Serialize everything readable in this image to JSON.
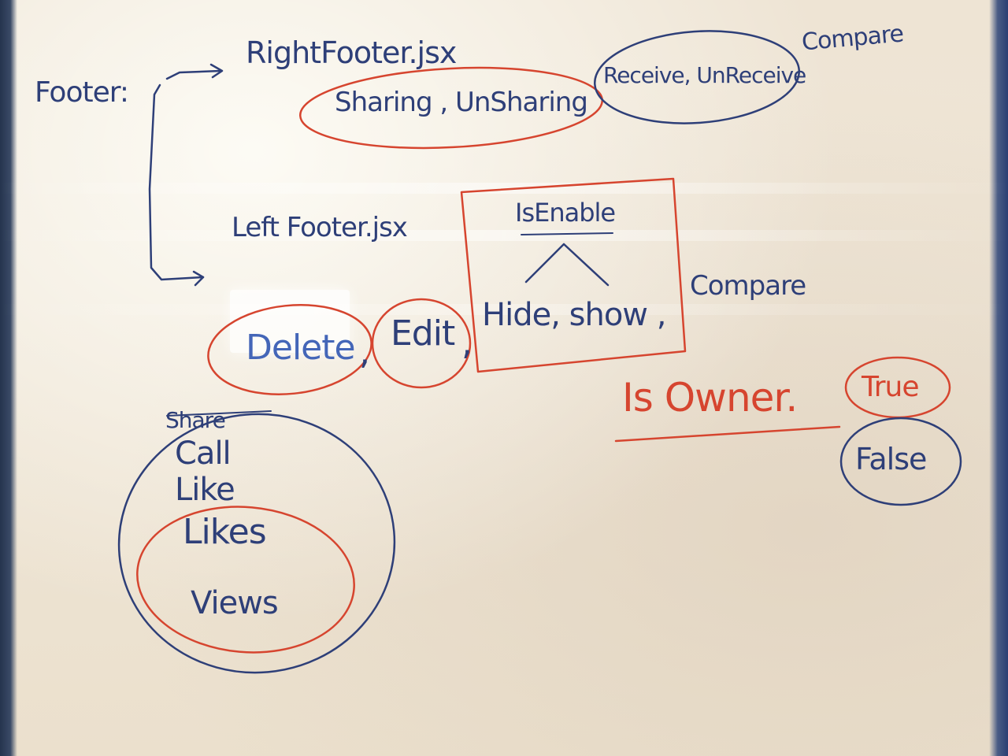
{
  "whiteboard": {
    "footer_label": "Footer:",
    "right_footer": "RightFooter.jsx",
    "sharing": "Sharing , UnSharing",
    "receive": "Receive, UnReceive",
    "compare_top": "Compare",
    "left_footer": "Left Footer.jsx",
    "is_enable": "IsEnable",
    "delete": "Delete",
    "comma_1": ",",
    "edit": "Edit",
    "comma_2": ",",
    "hide_show": "Hide, show ,",
    "compare_mid": "Compare",
    "is_owner": "Is Owner.",
    "true_label": "True",
    "false_label": "False",
    "list": [
      "Share",
      "Call",
      "Like",
      "Likes",
      "Views"
    ]
  },
  "ink_colors": {
    "blue": "#2e3f78",
    "red": "#d6452f"
  }
}
